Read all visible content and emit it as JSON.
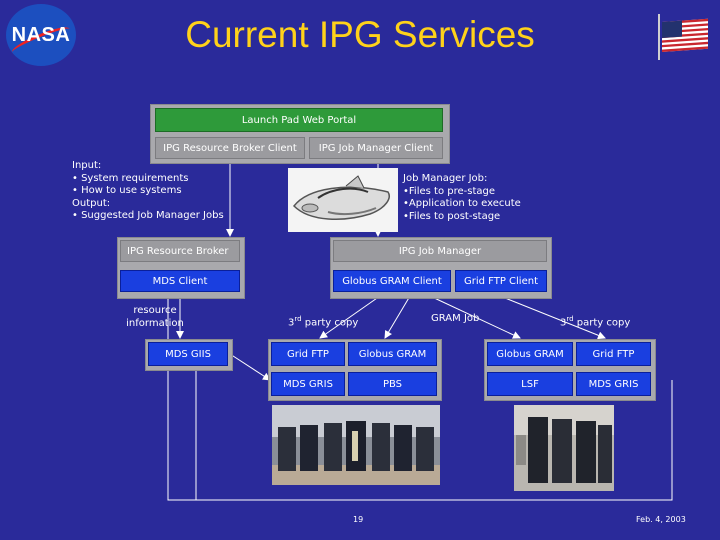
{
  "slide": {
    "title": "Current IPG Services",
    "logo_text": "NASA",
    "page_number": "19",
    "date": "Feb. 4, 2003"
  },
  "portal": {
    "title": "Launch Pad Web Portal",
    "broker_client": "IPG Resource Broker Client",
    "job_manager_client": "IPG Job Manager Client"
  },
  "broker_notes": {
    "line1": "Input:",
    "line2": "• System requirements",
    "line3": "• How to use systems",
    "line4": "Output:",
    "line5": "• Suggested Job Manager Jobs"
  },
  "job_notes": {
    "line1": "Job Manager Job:",
    "line2": "•Files to pre-stage",
    "line3": "•Application to execute",
    "line4": "•Files to post-stage"
  },
  "broker": {
    "title": "IPG Resource Broker",
    "mds_client": "MDS Client",
    "resource_info_1": "resource",
    "resource_info_2": "information"
  },
  "job_manager": {
    "title": "IPG Job Manager",
    "gram_client": "Globus GRAM Client",
    "ftp_client": "Grid FTP Client",
    "third_party_left_pre": "3",
    "third_party_left_sup": "rd",
    "third_party_left_post": " party copy",
    "gram_job": "GRAM Job",
    "third_party_right_pre": "3",
    "third_party_right_sup": "rd",
    "third_party_right_post": " party copy"
  },
  "mds_giis": "MDS GIIS",
  "site_left": {
    "ftp": "Grid FTP",
    "gram": "Globus GRAM",
    "gris": "MDS GRIS",
    "scheduler": "PBS"
  },
  "site_right": {
    "gram": "Globus GRAM",
    "ftp": "Grid FTP",
    "scheduler": "LSF",
    "gris": "MDS GRIS"
  }
}
